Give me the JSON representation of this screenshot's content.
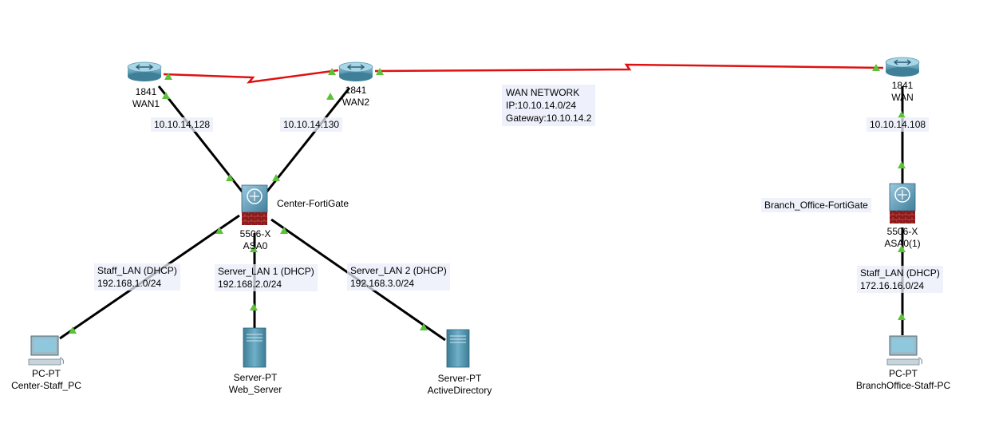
{
  "colors": {
    "wan_link": "#e01010",
    "lan_link": "#000000",
    "link_status": "#5cc23a",
    "router_body": "#4a8fa8",
    "firewall_body": "#5f98b8",
    "firewall_brick": "#8b1a1a",
    "pc_screen": "#8fc7dc",
    "server_body": "#4b8ea6"
  },
  "devices": {
    "wan1": {
      "model": "1841",
      "name": "WAN1",
      "icon": "router-icon"
    },
    "wan2": {
      "model": "1841",
      "name": "WAN2",
      "icon": "router-icon"
    },
    "wan_branch": {
      "model": "1841",
      "name": "WAN",
      "icon": "router-icon"
    },
    "center_asa": {
      "model": "5506-X",
      "name": "ASA0",
      "hostname": "Center-FortiGate",
      "icon": "firewall-icon"
    },
    "branch_asa": {
      "model": "5506-X",
      "name": "ASA0(1)",
      "hostname": "Branch_Office-FortiGate",
      "icon": "firewall-icon"
    },
    "center_pc": {
      "model": "PC-PT",
      "name": "Center-Staff_PC",
      "icon": "pc-icon"
    },
    "web_server": {
      "model": "Server-PT",
      "name": "Web_Server",
      "icon": "server-icon"
    },
    "ad_server": {
      "model": "Server-PT",
      "name": "ActiveDirectory",
      "icon": "server-icon"
    },
    "branch_pc": {
      "model": "PC-PT",
      "name": "BranchOffice-Staff-PC",
      "icon": "pc-icon"
    }
  },
  "notes": {
    "wan1_ip": "10.10.14.128",
    "wan2_ip": "10.10.14.130",
    "wan_branch_ip": "10.10.14.108",
    "wan_network": {
      "line1": "WAN NETWORK",
      "line2": "IP:10.10.14.0/24",
      "line3": "Gateway:10.10.14.2"
    },
    "staff_lan": {
      "line1": "Staff_LAN (DHCP)",
      "line2": "192.168.1.0/24"
    },
    "server_lan1": {
      "line1": "Server_LAN 1 (DHCP)",
      "line2": "192.168.2.0/24"
    },
    "server_lan2": {
      "line1": "Server_LAN 2 (DHCP)",
      "line2": "192.168.3.0/24"
    },
    "branch_staff_lan": {
      "line1": "Staff_LAN (DHCP)",
      "line2": "172.16.16.0/24"
    }
  }
}
